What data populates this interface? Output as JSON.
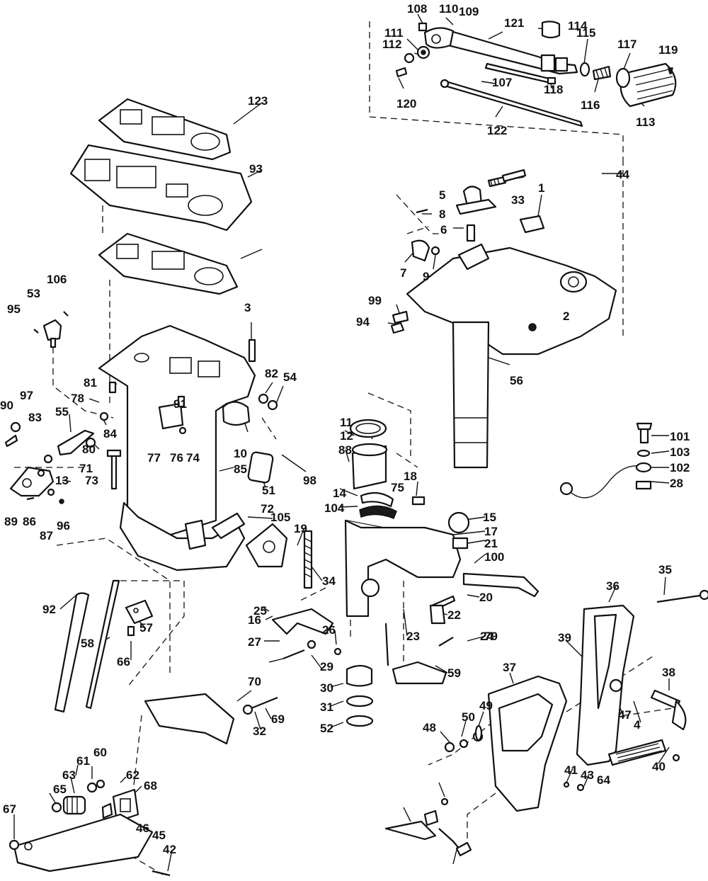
{
  "callouts": [
    "108",
    "110",
    "109",
    "121",
    "114",
    "111",
    "112",
    "115",
    "117",
    "119",
    "107",
    "118",
    "120",
    "116",
    "113",
    "122",
    "123",
    "93",
    "44",
    "5",
    "33",
    "1",
    "8",
    "6",
    "7",
    "9",
    "99",
    "94",
    "2",
    "106",
    "95",
    "53",
    "3",
    "56",
    "81",
    "82",
    "54",
    "78",
    "91",
    "90",
    "97",
    "83",
    "55",
    "84",
    "80",
    "10",
    "11",
    "12",
    "88",
    "18",
    "75",
    "77",
    "76",
    "74",
    "98",
    "71",
    "73",
    "72",
    "51",
    "85",
    "89",
    "86",
    "87",
    "96",
    "13",
    "14",
    "104",
    "105",
    "19",
    "15",
    "17",
    "21",
    "100",
    "101",
    "103",
    "102",
    "28",
    "34",
    "20",
    "22",
    "24",
    "23",
    "79",
    "59",
    "25",
    "16",
    "26",
    "27",
    "29",
    "30",
    "31",
    "52",
    "92",
    "58",
    "57",
    "66",
    "70",
    "69",
    "32",
    "35",
    "36",
    "38",
    "39",
    "37",
    "47",
    "4",
    "49",
    "50",
    "48",
    "40",
    "41",
    "43",
    "64",
    "65",
    "63",
    "61",
    "60",
    "62",
    "68",
    "67",
    "46",
    "45",
    "42"
  ],
  "icons": [
    "parts-diagram-icon"
  ]
}
